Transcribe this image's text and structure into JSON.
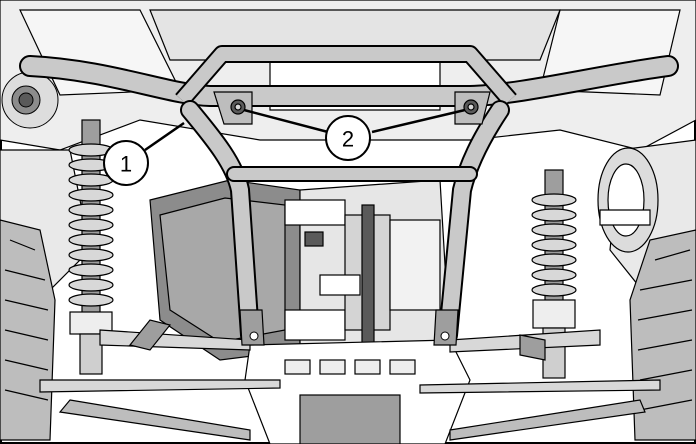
{
  "diagram": {
    "callouts": [
      {
        "id": "1",
        "label": "1"
      },
      {
        "id": "2",
        "label": "2"
      }
    ]
  },
  "colors": {
    "line": "#000000",
    "tube": "#c9c9c9",
    "tube_shade": "#9e9e9e",
    "background": "#ffffff",
    "light_fill": "#eeeeee",
    "mid_fill": "#d6d6d6",
    "dark_fill": "#8c8c8c",
    "callout_fill": "#ffffff"
  }
}
